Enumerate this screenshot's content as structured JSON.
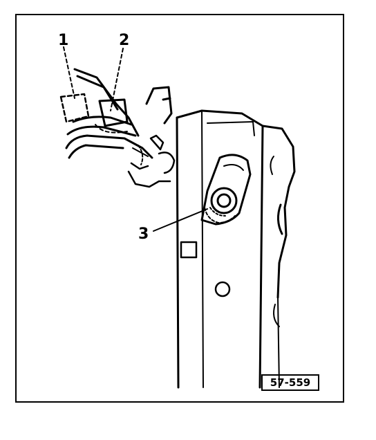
{
  "figure": {
    "callouts": [
      {
        "label": "1"
      },
      {
        "label": "2"
      },
      {
        "label": "3"
      }
    ],
    "figure_id": "57-559"
  },
  "colors": {
    "ink": "#000000",
    "paper": "#ffffff"
  }
}
